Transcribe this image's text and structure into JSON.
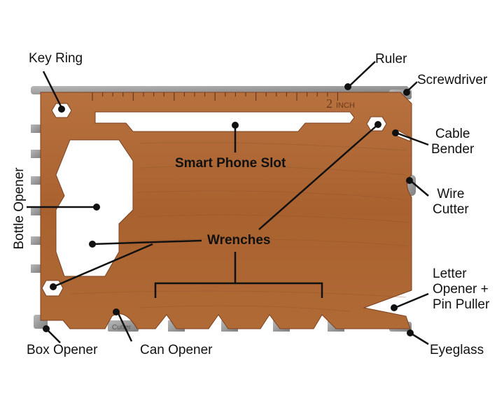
{
  "labels": {
    "key_ring": "Key Ring",
    "ruler": "Ruler",
    "screwdriver": "Screwdriver",
    "cable_bender": "Cable\nBender",
    "wire_cutter": "Wire\nCutter",
    "letter_opener": "Letter\nOpener +\nPin Puller",
    "eyeglass": "Eyeglass",
    "can_opener": "Can Opener",
    "box_opener": "Box Opener",
    "bottle_opener": "Bottle Opener",
    "smart_phone_slot": "Smart Phone Slot",
    "wrenches": "Wrenches"
  },
  "engraving": {
    "brand": "2",
    "unit": "INCH",
    "steel_stamp": "Cutter"
  },
  "colors": {
    "wood": "#b1693a",
    "wood_dark": "#8a4a24",
    "steel": "#9a9a9a",
    "label": "#111111"
  }
}
